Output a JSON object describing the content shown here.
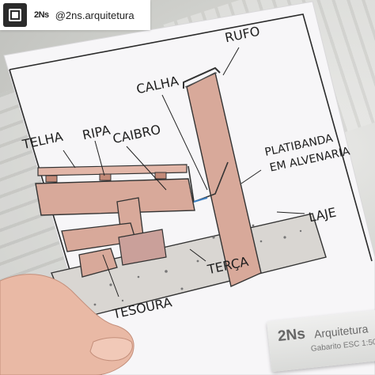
{
  "post": {
    "brand": "2Ns",
    "handle": "@2ns.arquitetura"
  },
  "drawing": {
    "labels": {
      "rufo": "RUFO",
      "calha": "CALHA",
      "telha": "TELHA",
      "ripa": "RIPA",
      "caibro": "CAIBRO",
      "platibanda_1": "PLATIBANDA",
      "platibanda_2": "EM ALVENARIA",
      "laje": "LAJE",
      "terca": "TERÇA",
      "tesoura": "TESOURA"
    }
  },
  "sign": {
    "title": "2Ns",
    "word": "Arquitetura",
    "scale": "Gabarito ESC 1:50"
  },
  "colors": {
    "wood": "#d8a99a",
    "wood_dark": "#b98474",
    "concrete": "#d9d6d2",
    "paper": "#f7f6f8",
    "ink": "#1e1e1e",
    "skin": "#e9b9a5"
  }
}
